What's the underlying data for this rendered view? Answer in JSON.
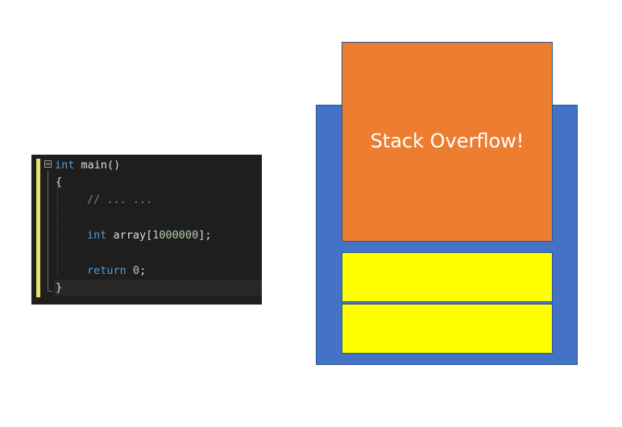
{
  "code": {
    "line1": {
      "keyword": "int",
      "rest": " main()"
    },
    "line2": {
      "text": "{"
    },
    "line3": {
      "comment": "// ... ..."
    },
    "line4": {
      "keyword": "int",
      "ident": " array[",
      "number": "1000000",
      "end": "];"
    },
    "line5": {
      "keyword": "return",
      "space": " ",
      "number": "0",
      "end": ";"
    },
    "line6": {
      "text": "}"
    }
  },
  "diagram": {
    "overflow_label": "Stack Overflow!"
  },
  "colors": {
    "frame": "#4472c4",
    "overflow_block": "#ed7d31",
    "stack_slot": "#ffff00",
    "editor_background": "#1e1e1e",
    "keyword": "#569cd6",
    "comment": "#57a64a",
    "number": "#b5cea8"
  }
}
